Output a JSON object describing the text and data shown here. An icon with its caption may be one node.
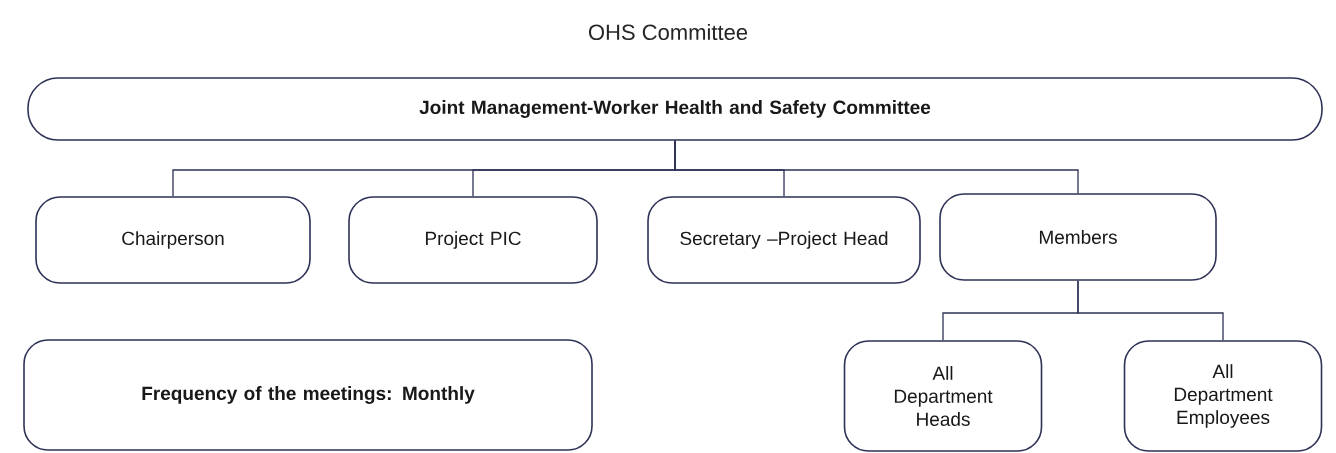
{
  "diagram": {
    "title": "OHS Committee",
    "nodes": [
      {
        "text": [
          "Joint Management-Worker Health and Safety Committee"
        ]
      },
      {
        "text": [
          "Chairperson"
        ]
      },
      {
        "text": [
          "Project PIC"
        ]
      },
      {
        "text": [
          "Secretary –Project Head"
        ]
      },
      {
        "text": [
          "Members"
        ]
      },
      {
        "text": [
          "Frequency of the meetings: Monthly"
        ]
      },
      {
        "text": [
          "All Department Heads"
        ]
      },
      {
        "text": [
          "All Department Employees"
        ]
      }
    ],
    "edges": [
      {
        "from": 0,
        "to": 1,
        "arrow": "none"
      },
      {
        "from": 0,
        "to": 2,
        "arrow": "none"
      },
      {
        "from": 0,
        "to": 3,
        "arrow": "none"
      },
      {
        "from": 0,
        "to": 4,
        "arrow": "none"
      },
      {
        "from": 4,
        "to": 6,
        "arrow": "none"
      },
      {
        "from": 4,
        "to": 7,
        "arrow": "none"
      }
    ]
  }
}
